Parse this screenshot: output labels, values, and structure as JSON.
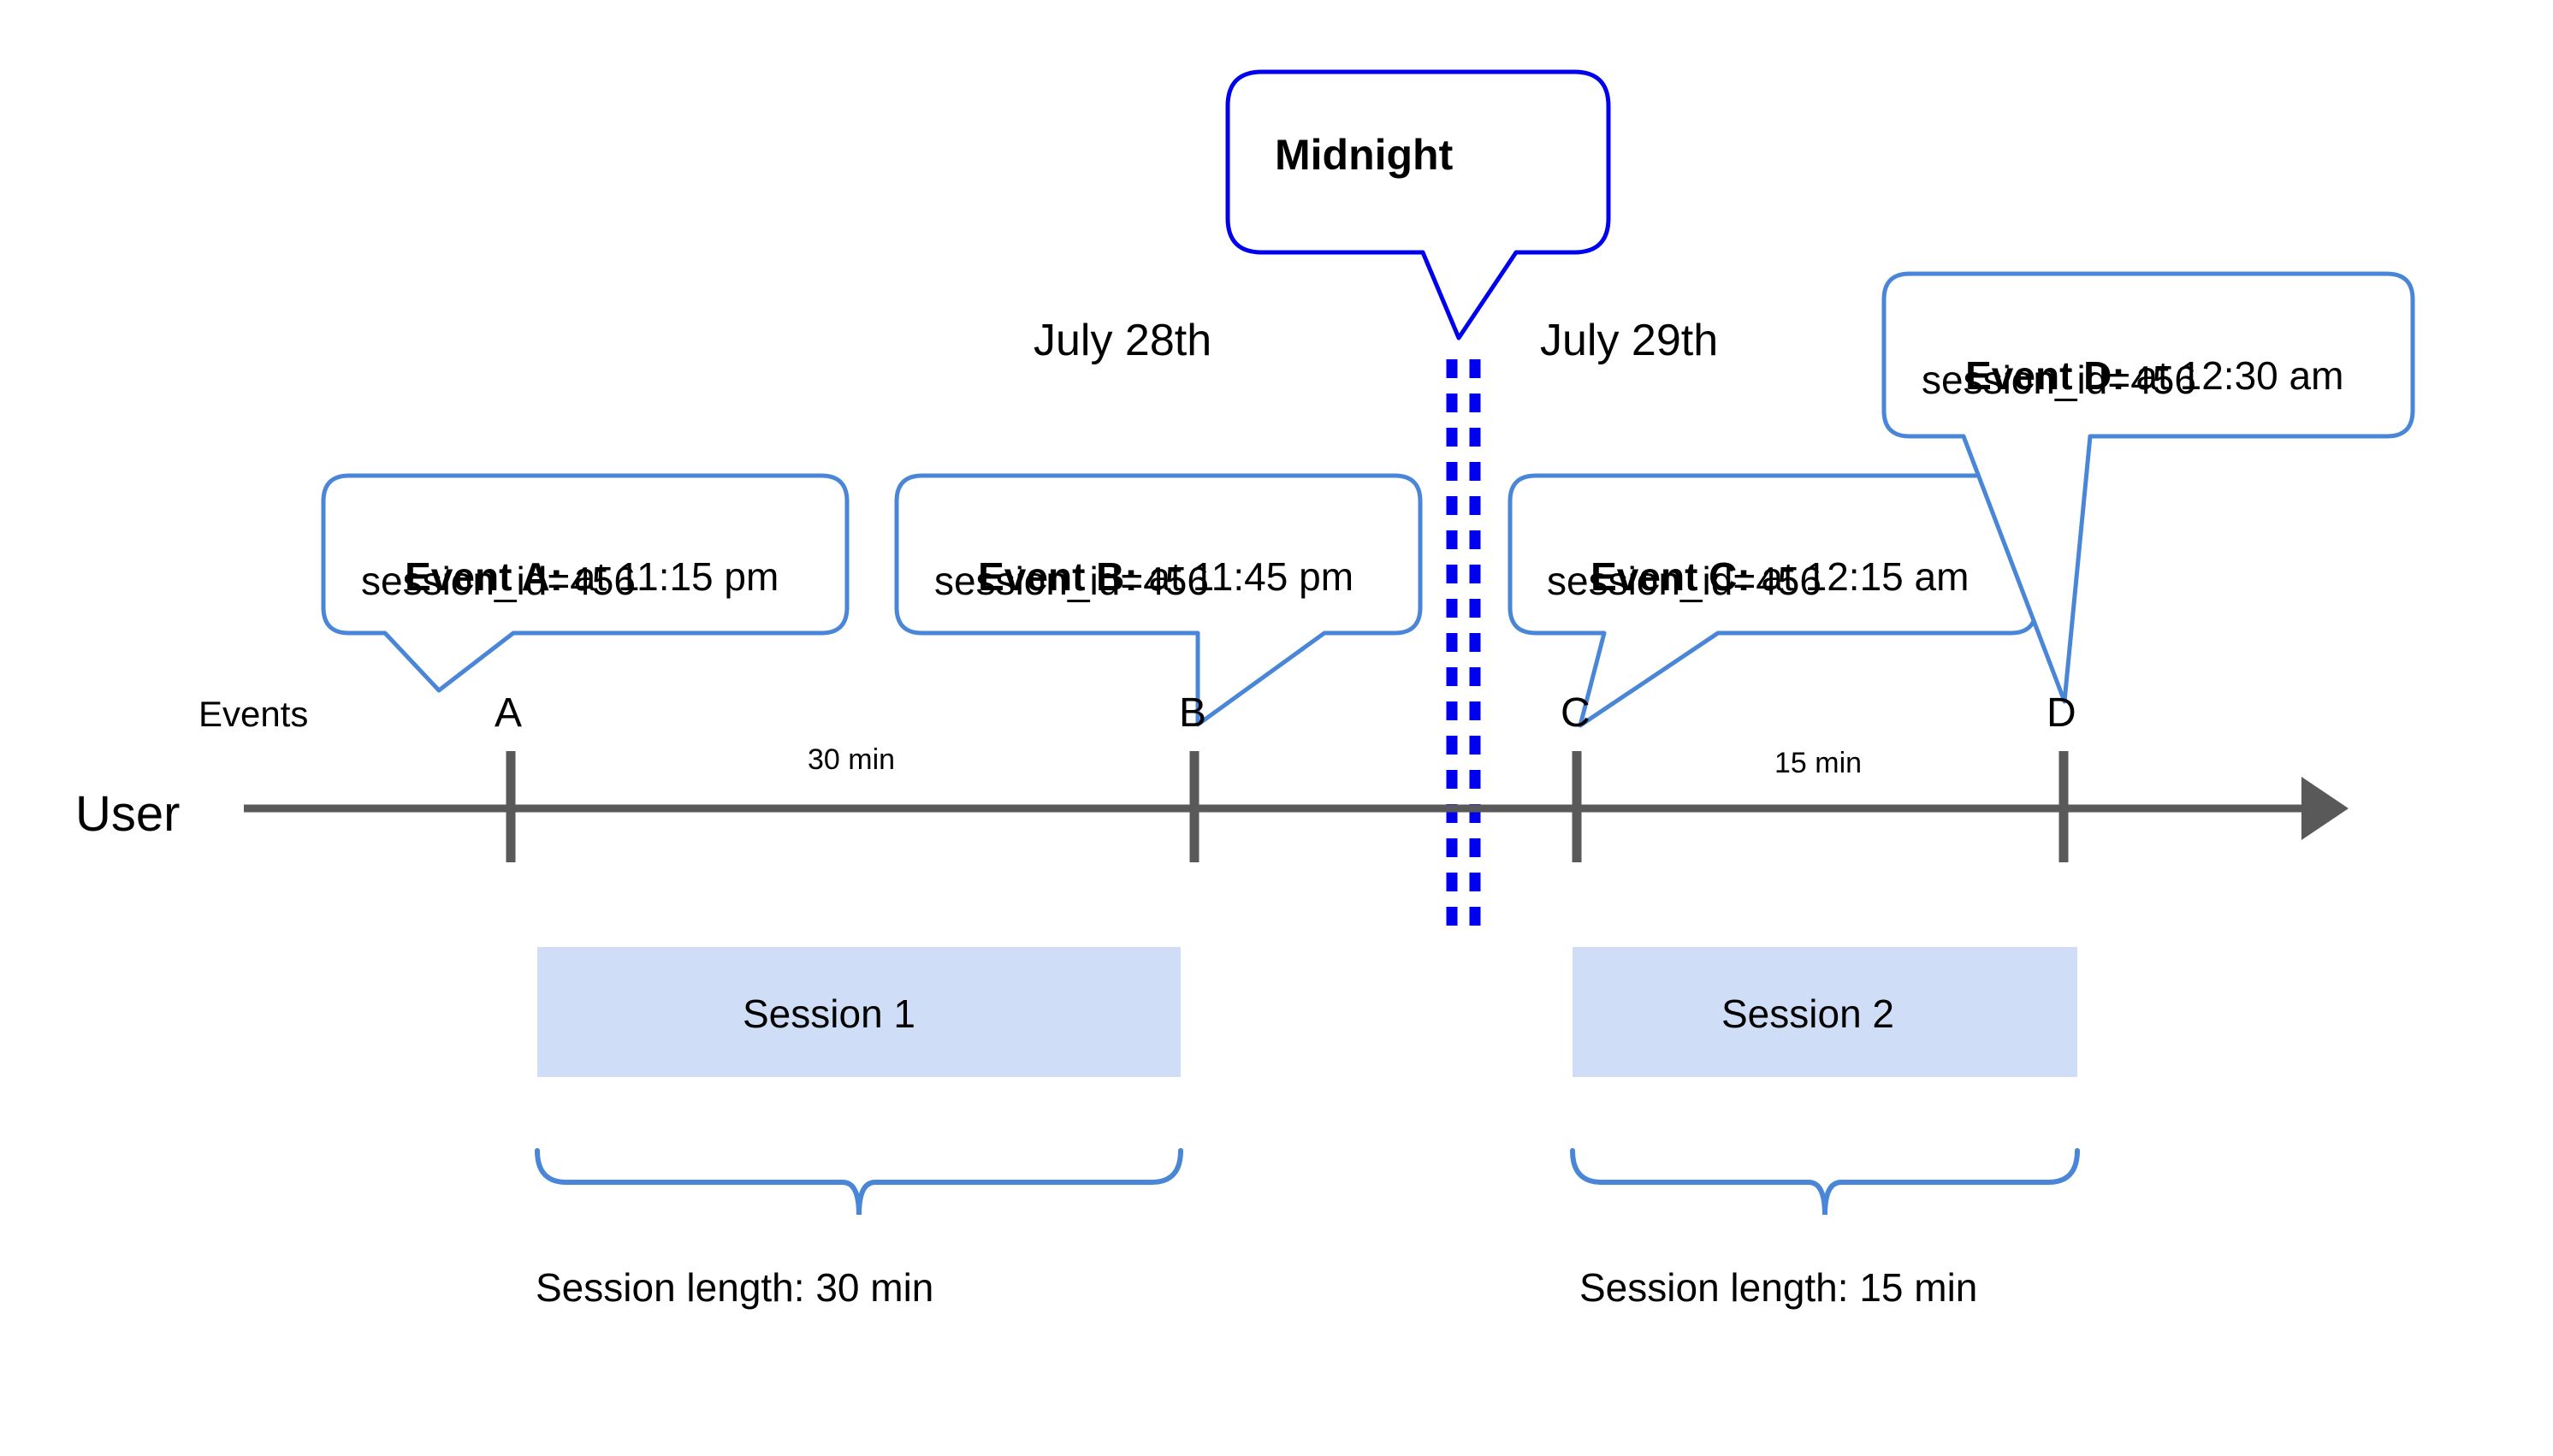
{
  "diagram": {
    "title_callout": {
      "label": "Midnight"
    },
    "date_labels": [
      {
        "name": "july-28",
        "text": "July 28th"
      },
      {
        "name": "july-29",
        "text": "July 29th"
      }
    ],
    "lane_labels": {
      "events": "Events",
      "user": "User"
    },
    "events": [
      {
        "key": "A",
        "marker": "A",
        "bold": "Event A:",
        "rest": " at 11:15 pm",
        "line2": "session_id=456"
      },
      {
        "key": "B",
        "marker": "B",
        "bold": "Event B:",
        "rest": " at 11:45 pm",
        "line2": "session_id=456"
      },
      {
        "key": "C",
        "marker": "C",
        "bold": "Event C:",
        "rest": " at 12:15 am",
        "line2": "session_id=456"
      },
      {
        "key": "D",
        "marker": "D",
        "bold": "Event D:",
        "rest": " at 12:30 am",
        "line2": "session_id=456"
      }
    ],
    "intervals": [
      {
        "name": "interval-a-b",
        "text": "30 min"
      },
      {
        "name": "interval-c-d",
        "text": "15 min"
      }
    ],
    "sessions": [
      {
        "name": "session-1",
        "label": "Session 1",
        "length_label": "Session length: 30 min"
      },
      {
        "name": "session-2",
        "label": "Session 2",
        "length_label": "Session length: 15 min"
      }
    ],
    "colors": {
      "callout_border": "#4a86d8",
      "midnight_border": "#0000ee",
      "midnight_dashes": "#0000ee",
      "axis": "#595959",
      "session_fill": "#cfddf7",
      "brace": "#4a86d8",
      "text": "#000000",
      "background": "#ffffff"
    }
  }
}
